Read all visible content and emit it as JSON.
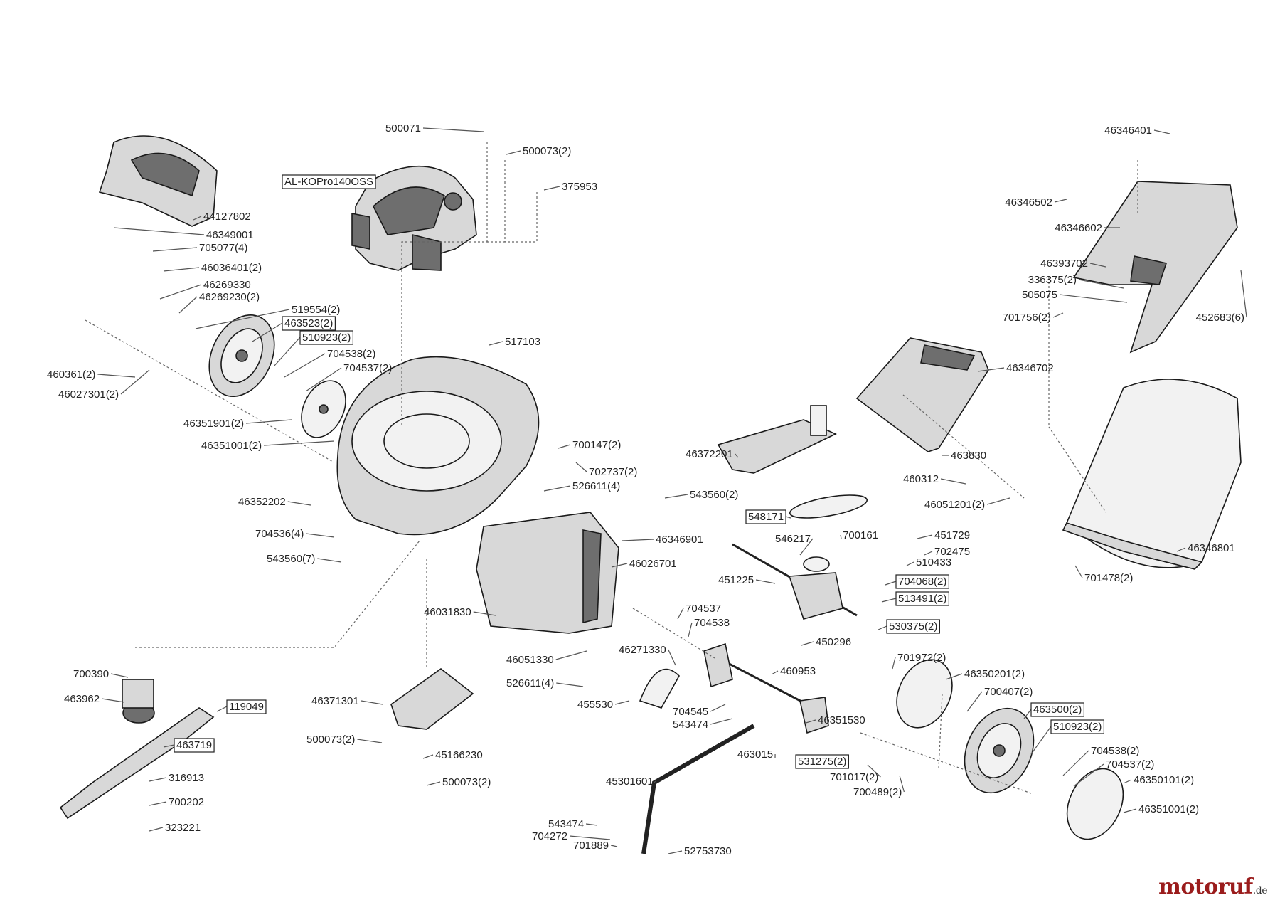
{
  "brand": {
    "name": "motoruf",
    "tld": ".de"
  },
  "callouts": [
    {
      "id": "500071",
      "text": "500071"
    },
    {
      "id": "500073-2-top",
      "text": "500073(2)"
    },
    {
      "id": "375953",
      "text": "375953"
    },
    {
      "id": "engine",
      "text": "AL-KOPro140OSS",
      "boxed": true
    },
    {
      "id": "44127802",
      "text": "44127802"
    },
    {
      "id": "46349001",
      "text": "46349001"
    },
    {
      "id": "705077",
      "text": "705077(4)"
    },
    {
      "id": "46036401",
      "text": "46036401(2)"
    },
    {
      "id": "46269330",
      "text": "46269330"
    },
    {
      "id": "46269230",
      "text": "46269230(2)"
    },
    {
      "id": "519554",
      "text": "519554(2)"
    },
    {
      "id": "463523",
      "text": "463523(2)",
      "boxed": true
    },
    {
      "id": "510923-l",
      "text": "510923(2)",
      "boxed": true
    },
    {
      "id": "704538-l",
      "text": "704538(2)"
    },
    {
      "id": "704537-l",
      "text": "704537(2)"
    },
    {
      "id": "460361",
      "text": "460361(2)"
    },
    {
      "id": "46027301",
      "text": "46027301(2)"
    },
    {
      "id": "46351901",
      "text": "46351901(2)"
    },
    {
      "id": "46351001-l",
      "text": "46351001(2)"
    },
    {
      "id": "517103",
      "text": "517103"
    },
    {
      "id": "700147",
      "text": "700147(2)"
    },
    {
      "id": "702737",
      "text": "702737(2)"
    },
    {
      "id": "526611-a",
      "text": "526611(4)"
    },
    {
      "id": "46352202",
      "text": "46352202"
    },
    {
      "id": "704536",
      "text": "704536(4)"
    },
    {
      "id": "543560-7",
      "text": "543560(7)"
    },
    {
      "id": "543560-2",
      "text": "543560(2)"
    },
    {
      "id": "46346901",
      "text": "46346901"
    },
    {
      "id": "46026701",
      "text": "46026701"
    },
    {
      "id": "46031830",
      "text": "46031830"
    },
    {
      "id": "46051330",
      "text": "46051330"
    },
    {
      "id": "526611-b",
      "text": "526611(4)"
    },
    {
      "id": "46372201",
      "text": "46372201"
    },
    {
      "id": "46346401",
      "text": "46346401"
    },
    {
      "id": "46346502",
      "text": "46346502"
    },
    {
      "id": "46346602",
      "text": "46346602"
    },
    {
      "id": "46393702",
      "text": "46393702"
    },
    {
      "id": "336375",
      "text": "336375(2)"
    },
    {
      "id": "505075",
      "text": "505075"
    },
    {
      "id": "701756",
      "text": "701756(2)"
    },
    {
      "id": "452683",
      "text": "452683(6)"
    },
    {
      "id": "46346702",
      "text": "46346702"
    },
    {
      "id": "463830",
      "text": "463830"
    },
    {
      "id": "460312",
      "text": "460312"
    },
    {
      "id": "46051201",
      "text": "46051201(2)"
    },
    {
      "id": "548171",
      "text": "548171",
      "boxed": true
    },
    {
      "id": "546217",
      "text": "546217"
    },
    {
      "id": "700161",
      "text": "700161"
    },
    {
      "id": "451729",
      "text": "451729"
    },
    {
      "id": "702475",
      "text": "702475"
    },
    {
      "id": "510433",
      "text": "510433"
    },
    {
      "id": "451225",
      "text": "451225"
    },
    {
      "id": "704068",
      "text": "704068(2)",
      "boxed": true
    },
    {
      "id": "513491",
      "text": "513491(2)",
      "boxed": true
    },
    {
      "id": "530375",
      "text": "530375(2)",
      "boxed": true
    },
    {
      "id": "450296",
      "text": "450296"
    },
    {
      "id": "460953",
      "text": "460953"
    },
    {
      "id": "704537-m",
      "text": "704537"
    },
    {
      "id": "704538-m",
      "text": "704538"
    },
    {
      "id": "46271330",
      "text": "46271330"
    },
    {
      "id": "455530",
      "text": "455530"
    },
    {
      "id": "704545",
      "text": "704545"
    },
    {
      "id": "543474-m",
      "text": "543474"
    },
    {
      "id": "46351530",
      "text": "46351530"
    },
    {
      "id": "463015",
      "text": "463015"
    },
    {
      "id": "531275",
      "text": "531275(2)",
      "boxed": true
    },
    {
      "id": "701017",
      "text": "701017(2)"
    },
    {
      "id": "700489",
      "text": "700489(2)"
    },
    {
      "id": "45301601",
      "text": "45301601"
    },
    {
      "id": "543474-b",
      "text": "543474"
    },
    {
      "id": "704272",
      "text": "704272"
    },
    {
      "id": "701889",
      "text": "701889"
    },
    {
      "id": "52753730",
      "text": "52753730"
    },
    {
      "id": "46346801",
      "text": "46346801"
    },
    {
      "id": "701478",
      "text": "701478(2)"
    },
    {
      "id": "701972",
      "text": "701972(2)"
    },
    {
      "id": "46350201",
      "text": "46350201(2)"
    },
    {
      "id": "700407",
      "text": "700407(2)"
    },
    {
      "id": "463500",
      "text": "463500(2)",
      "boxed": true
    },
    {
      "id": "510923-r",
      "text": "510923(2)",
      "boxed": true
    },
    {
      "id": "704538-r",
      "text": "704538(2)"
    },
    {
      "id": "704537-r",
      "text": "704537(2)"
    },
    {
      "id": "46350101",
      "text": "46350101(2)"
    },
    {
      "id": "46351001-r",
      "text": "46351001(2)"
    },
    {
      "id": "700390",
      "text": "700390"
    },
    {
      "id": "463962",
      "text": "463962"
    },
    {
      "id": "119049",
      "text": "119049",
      "boxed": true
    },
    {
      "id": "463719",
      "text": "463719",
      "boxed": true
    },
    {
      "id": "316913",
      "text": "316913"
    },
    {
      "id": "700202",
      "text": "700202"
    },
    {
      "id": "323221",
      "text": "323221"
    },
    {
      "id": "46371301",
      "text": "46371301"
    },
    {
      "id": "500073-2-m",
      "text": "500073(2)"
    },
    {
      "id": "45166230",
      "text": "45166230"
    },
    {
      "id": "500073-2-b",
      "text": "500073(2)"
    }
  ]
}
